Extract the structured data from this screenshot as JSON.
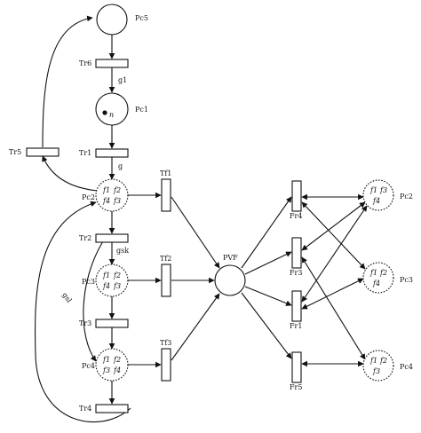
{
  "places": {
    "pc5": "Pc5",
    "pc1": "Pc1",
    "pc2": "Pc2",
    "pc3": "Pc3",
    "pc4": "Pc4",
    "pvf": "PVF",
    "pc2r": "Pc2",
    "pc3r": "Pc3",
    "pc4r": "Pc4"
  },
  "transitions": {
    "tr1": "Tr1",
    "tr2": "Tr2",
    "tr3": "Tr3",
    "tr4": "Tr4",
    "tr5": "Tr5",
    "tr6": "Tr6",
    "tf1": "Tf1",
    "tf2": "Tf2",
    "tf3": "Tf3",
    "fr1": "Fr1",
    "fr3": "Fr3",
    "fr4": "Fr4",
    "fr5": "Fr5"
  },
  "arc_labels": {
    "g1": "g1",
    "g": "g",
    "gsk": "gsk",
    "gsl": "gsl"
  },
  "tokens": {
    "pc1": "n",
    "f1": "f1",
    "f2": "f2",
    "f3": "f3",
    "f4": "f4"
  }
}
